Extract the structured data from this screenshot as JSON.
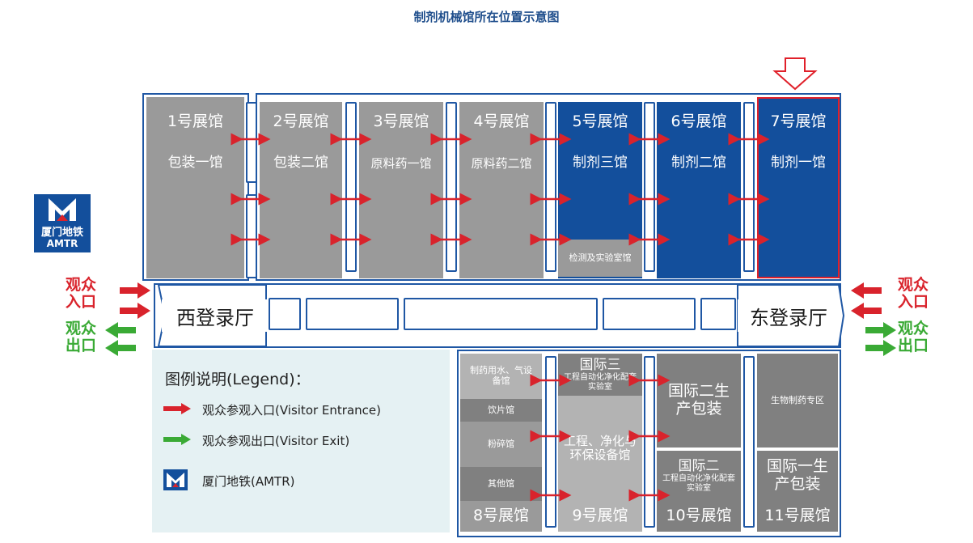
{
  "title": "制剂机械馆所在位置示意图",
  "colors": {
    "blue": "#134f9c",
    "frame": "#1f57a4",
    "gray": "#9a9a9a",
    "red_arrow": "#d9232c",
    "green_arrow": "#3aaa35",
    "highlight": "#e0202a"
  },
  "halls_top": [
    {
      "number": "1号展馆",
      "name": "包装一馆"
    },
    {
      "number": "2号展馆",
      "name": "包装二馆"
    },
    {
      "number": "3号展馆",
      "name": "原料药一馆"
    },
    {
      "number": "4号展馆",
      "name": "原料药二馆"
    },
    {
      "number": "5号展馆",
      "name": "制剂三馆",
      "sub": "检测及实验室馆"
    },
    {
      "number": "6号展馆",
      "name": "制剂二馆"
    },
    {
      "number": "7号展馆",
      "name": "制剂一馆"
    }
  ],
  "lobbies": {
    "west": "西登录厅",
    "east": "东登录厅"
  },
  "entrance_label": [
    "观众",
    "入口"
  ],
  "exit_label": [
    "观众",
    "出口"
  ],
  "metro": {
    "cn": "厦门地铁",
    "en": "AMTR"
  },
  "legend": {
    "title": "图例说明(Legend)：",
    "items": [
      "观众参观入口(Visitor Entrance)",
      "观众参观出口(Visitor Exit)",
      "厦门地铁(AMTR)"
    ]
  },
  "hall8": {
    "number": "8号展馆",
    "sections": [
      "制药用水、气设备馆",
      "饮片馆",
      "粉碎馆",
      "其他馆"
    ]
  },
  "hall9": {
    "number": "9号展馆",
    "top_title": "国际三",
    "top_sub": "工程自动化净化配套实验室",
    "main": "工程、净化与环保设备馆"
  },
  "hall10": {
    "number": "10号展馆",
    "top": "国际二生产包装",
    "bottom_title": "国际二",
    "bottom_sub": "工程自动化净化配套实验室"
  },
  "hall11": {
    "number": "11号展馆",
    "top": "生物制药专区",
    "bottom": "国际一生产包装"
  }
}
